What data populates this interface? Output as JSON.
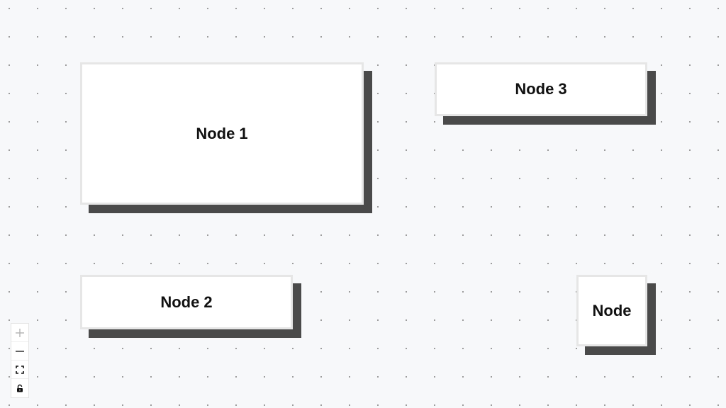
{
  "nodes": [
    {
      "id": "node-1",
      "label": "Node 1"
    },
    {
      "id": "node-2",
      "label": "Node 2"
    },
    {
      "id": "node-3",
      "label": "Node 3"
    },
    {
      "id": "node-4",
      "label": "Node"
    }
  ],
  "controls": [
    {
      "name": "zoom-in",
      "icon": "plus-icon"
    },
    {
      "name": "zoom-out",
      "icon": "minus-icon"
    },
    {
      "name": "fit-view",
      "icon": "fit-view-icon"
    },
    {
      "name": "lock",
      "icon": "lock-icon"
    }
  ],
  "colors": {
    "background": "#f7f8fa",
    "dot": "#8f8f8f",
    "node_fill": "#ffffff",
    "node_border": "#e6e6e6",
    "node_shadow": "#4a4a4a",
    "label": "#111111"
  }
}
